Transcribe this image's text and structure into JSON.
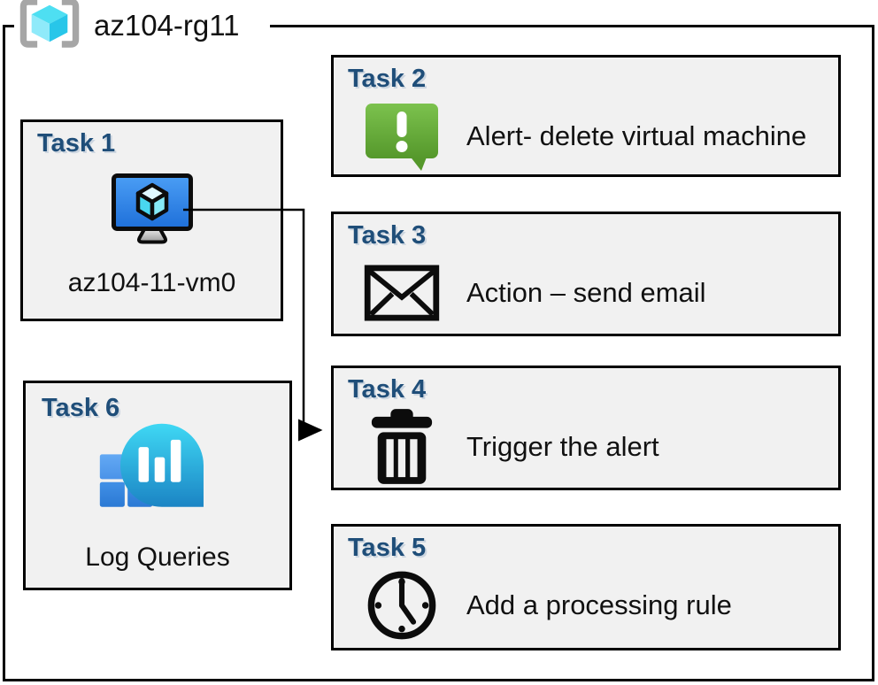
{
  "diagram": {
    "resource_group": {
      "name": "az104-rg11",
      "icon": "resource-group-icon"
    },
    "tasks": [
      {
        "id": "task1",
        "header": "Task 1",
        "label": "az104-11-vm0",
        "icon": "virtual-machine-icon"
      },
      {
        "id": "task2",
        "header": "Task 2",
        "label": "Alert- delete virtual machine",
        "icon": "alert-icon"
      },
      {
        "id": "task3",
        "header": "Task 3",
        "label": "Action – send email",
        "icon": "email-icon"
      },
      {
        "id": "task4",
        "header": "Task 4",
        "label": "Trigger the alert",
        "icon": "trash-icon"
      },
      {
        "id": "task5",
        "header": "Task 5",
        "label": "Add a processing rule",
        "icon": "clock-icon"
      },
      {
        "id": "task6",
        "header": "Task 6",
        "label": "Log Queries",
        "icon": "log-analytics-icon"
      }
    ],
    "connector": {
      "from": "task1-virtual-machine",
      "to": "task4",
      "type": "elbow-arrow"
    },
    "colors": {
      "task_header_blue": "#1F4E79",
      "box_fill_gray": "#F1F1F1",
      "box_border": "#000000",
      "alert_green_top": "#7CC24E",
      "alert_green_bottom": "#55982B",
      "vm_screen_blue_top": "#4B9EF5",
      "vm_screen_blue_bottom": "#1E6FD9",
      "log_bubble_teal_top": "#3FD8F4",
      "log_bubble_teal_bottom": "#1B84C4",
      "log_square_blue": "#2E7CD8",
      "rg_cube_cyan": "#4EDFF2",
      "bracket_gray": "#A6A6A6"
    }
  }
}
